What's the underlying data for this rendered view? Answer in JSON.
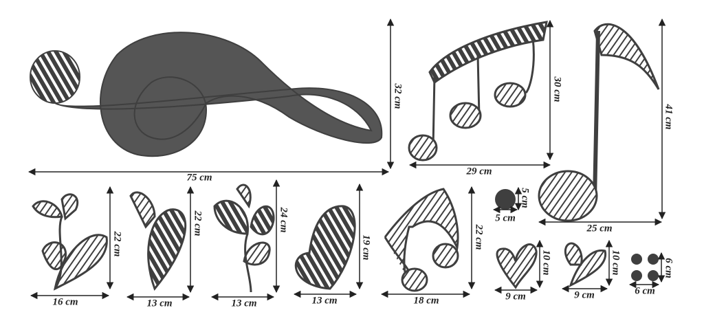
{
  "colors": {
    "decal": "#3f3f3f",
    "line": "#222222"
  },
  "dimensions": {
    "treble_width": "75 cm",
    "treble_height": "32 cm",
    "notes_width": "29 cm",
    "notes_height": "30 cm",
    "big_note_height": "41 cm",
    "big_note_width": "25 cm",
    "sprout1_width": "16 cm",
    "sprout1_height": "22 cm",
    "leaf_width": "13 cm",
    "leaf_height": "22 cm",
    "flower_width": "13 cm",
    "flower_height": "24 cm",
    "heart_width": "13 cm",
    "heart_height": "19 cm",
    "eighth_width": "18 cm",
    "eighth_height": "22 cm",
    "dot_width": "5 cm",
    "dot_height": "5 cm",
    "small_heart1_width": "9 cm",
    "small_heart1_height": "10 cm",
    "small_heart2_width": "9 cm",
    "small_heart2_height": "10 cm",
    "dots_width": "6 cm",
    "dots_height": "6 cm"
  }
}
